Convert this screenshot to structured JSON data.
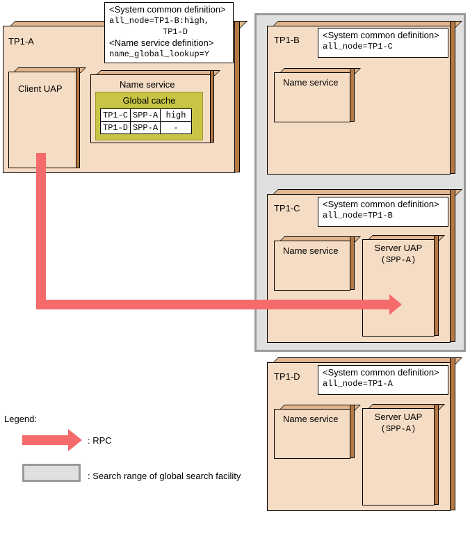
{
  "search_range_color": "#e0e0e0",
  "rpc_arrow_color": "#f56b6b",
  "node_face_color": "#f5dcc4",
  "tp1a": {
    "name": "TP1-A",
    "def_lines": {
      "sys_title": "<System common definition>",
      "sys_value1": "all_node=TP1-B:high,",
      "sys_value2": "TP1-D",
      "ns_title": "<Name service definition>",
      "ns_value": "name_global_lookup=Y"
    },
    "client_uap": "Client UAP",
    "name_service": "Name service",
    "global_cache": {
      "title": "Global cache",
      "rows": [
        [
          "TP1-C",
          "SPP-A",
          "high"
        ],
        [
          "TP1-D",
          "SPP-A",
          "-"
        ]
      ]
    }
  },
  "tp1b": {
    "name": "TP1-B",
    "def_title": "<System common definition>",
    "def_value": "all_node=TP1-C",
    "name_service": "Name service"
  },
  "tp1c": {
    "name": "TP1-C",
    "def_title": "<System common definition>",
    "def_value": "all_node=TP1-B",
    "name_service": "Name service",
    "server_uap": "Server UAP",
    "server_spp": "(SPP-A)"
  },
  "tp1d": {
    "name": "TP1-D",
    "def_title": "<System common definition>",
    "def_value": "all_node=TP1-A",
    "name_service": "Name service",
    "server_uap": "Server UAP",
    "server_spp": "(SPP-A)"
  },
  "legend": {
    "title": "Legend:",
    "rpc_label": ": RPC",
    "range_label": ": Search range of global search facility"
  }
}
